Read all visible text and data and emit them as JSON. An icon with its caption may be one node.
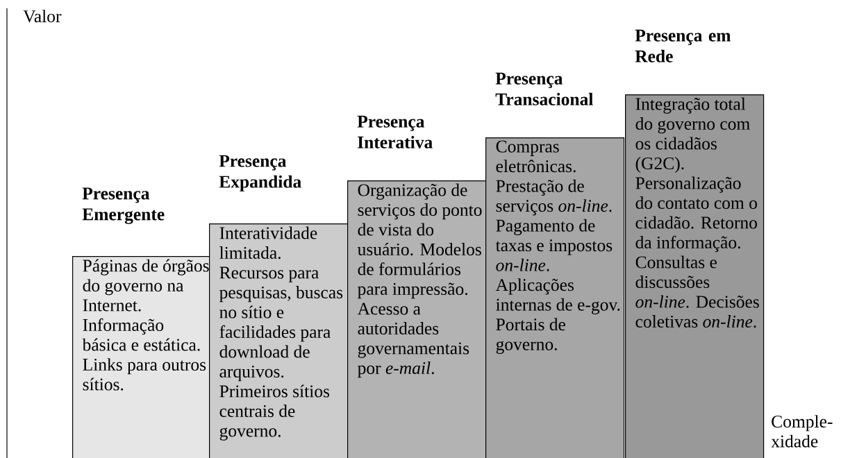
{
  "diagram": {
    "nodes": [
      {
        "text": [
          "Presença Emergente",
          "Páginas de órgãos do governo na Internet. Informação básica e estática. Links para outros sítios."
        ]
      },
      {
        "text": [
          "Presença Expandida",
          "Interatividade limitada. Recursos para pesquisas, buscas no sítio e facilidades para download de arquivos. Primeiros sítios centrais de governo."
        ]
      },
      {
        "text": [
          "Presença Interativa",
          "Organização de serviços do ponto de vista do usuário. Modelos de formulários para impressão. Acesso a autoridades governamentais por *e-mail*."
        ]
      },
      {
        "text": [
          "Presença Transacional",
          "Compras eletrônicas. Prestação de serviços *on-line*. Pagamento de taxas e impostos *on-line*. Aplicações internas de e-gov. Portais de governo."
        ]
      },
      {
        "text": [
          "Presença em Rede",
          "Integração total do governo com os cidadãos (G2C). Personalização do contato com o cidadão. Retorno da informação. Consultas e discussões *on-line*. Decisões coletivas *on-line*."
        ]
      }
    ],
    "labels": [
      "Valor",
      "Comple- xidade"
    ]
  }
}
